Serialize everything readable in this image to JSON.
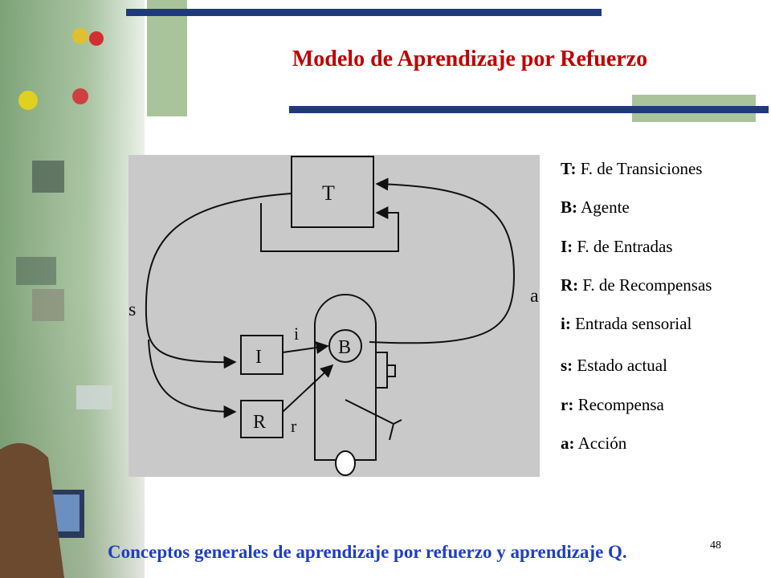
{
  "title": "Modelo de Aprendizaje por Refuerzo",
  "diagram": {
    "box_T": "T",
    "box_B": "B",
    "box_I": "I",
    "box_R": "R",
    "label_s": "s",
    "label_a": "a",
    "label_i": "i",
    "label_r": "r"
  },
  "legend": [
    {
      "key": "T:",
      "text": " F. de Transiciones"
    },
    {
      "key": "B:",
      "text": " Agente"
    },
    {
      "key": "I:",
      "text": " F. de Entradas"
    },
    {
      "key": "R:",
      "text": " F. de Recompensas"
    },
    {
      "key": "i:",
      "text": " Entrada sensorial"
    },
    {
      "key": "s:",
      "text": "  Estado actual"
    },
    {
      "key": "r:",
      "text": " Recompensa"
    },
    {
      "key": "a:",
      "text": " Acción"
    }
  ],
  "footer": "Conceptos generales de aprendizaje por refuerzo y aprendizaje Q.",
  "page_number": "48",
  "colors": {
    "title": "#c00000",
    "footer": "#1f3fbf",
    "navy_bar": "#1f3a7a",
    "green_bar": "#a9c49a",
    "diagram_bg": "#c9c9c9"
  }
}
